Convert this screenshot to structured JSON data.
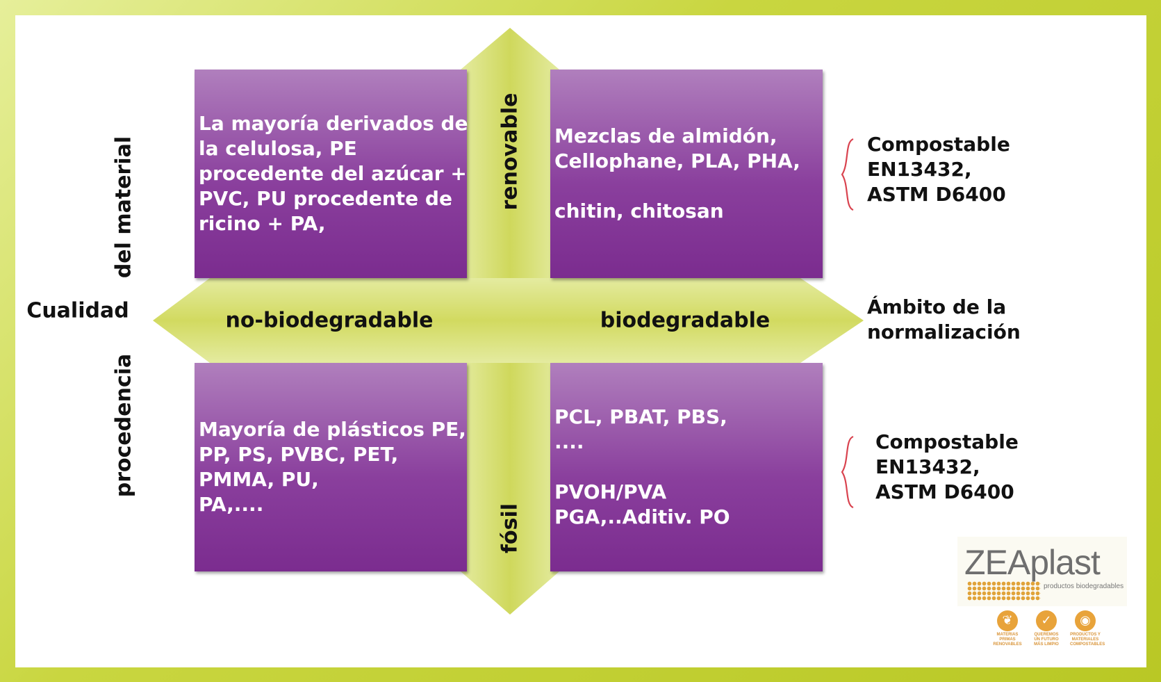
{
  "diagram": {
    "axis_labels": {
      "top": "renovable",
      "bottom": "fósil",
      "left": "no-biodegradable",
      "right": "biodegradable"
    },
    "left_title": {
      "line1": "del material",
      "middle": "Cualidad",
      "line2": "procedencia"
    },
    "quadrants": {
      "top_left": [
        "La mayoría derivados de",
        "la celulosa, PE",
        "procedente del azúcar +",
        "PVC, PU procedente de",
        "ricino + PA,"
      ],
      "top_right": [
        "Mezclas de almidón,",
        "Cellophane, PLA, PHA,",
        "",
        "chitin, chitosan"
      ],
      "bottom_left": [
        "Mayoría de plásticos PE,",
        "PP, PS, PVBC, PET,",
        "PMMA, PU,",
        "PA,...."
      ],
      "bottom_right": [
        "PCL, PBAT, PBS,",
        "....",
        "",
        "PVOH/PVA",
        "PGA,..Aditiv. PO"
      ]
    },
    "right_notes": {
      "top": [
        "Compostable",
        "EN13432,",
        "ASTM D6400"
      ],
      "middle": [
        "Ámbito de la",
        "normalización"
      ],
      "bottom": [
        "Compostable",
        "EN13432,",
        "ASTM D6400"
      ]
    }
  },
  "logo": {
    "wordmark": "ZEAplast",
    "tagline": "productos biodegradables",
    "badges": [
      {
        "icon": "leaf-icon",
        "caption": "MATERIAS PRIMAS RENOVABLES"
      },
      {
        "icon": "check-icon",
        "caption": "QUEREMOS UN FUTURO MÁS LIMPIO"
      },
      {
        "icon": "globe-icon",
        "caption": "PRODUCTOS Y MATERIALES COMPOSTABLES"
      }
    ]
  },
  "colors": {
    "border": "#c9d640",
    "arrow": "#d5de6c",
    "box": "#8a3f9d",
    "brace": "#d9434f",
    "logo_accent": "#e0a33a"
  }
}
